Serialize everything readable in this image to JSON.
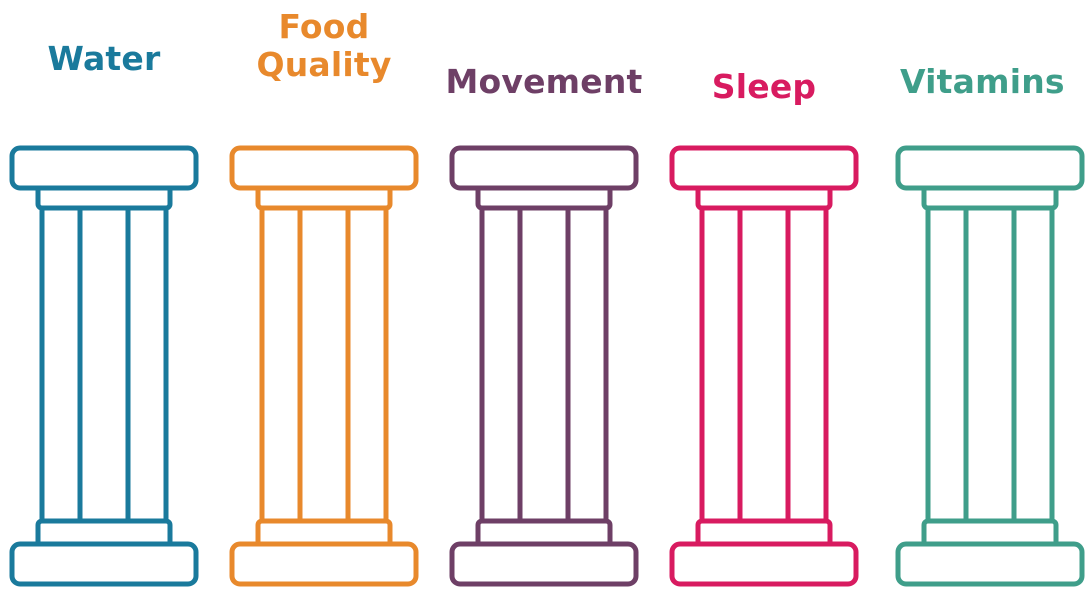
{
  "pillars": [
    {
      "label_lines": [
        "Water"
      ],
      "color": "#1a7a9c",
      "icon": "column-icon"
    },
    {
      "label_lines": [
        "Food",
        "Quality"
      ],
      "color": "#e8892c",
      "icon": "column-icon"
    },
    {
      "label_lines": [
        "Movement"
      ],
      "color": "#6e3f66",
      "icon": "column-icon"
    },
    {
      "label_lines": [
        "Sleep"
      ],
      "color": "#d81b60",
      "icon": "column-icon"
    },
    {
      "label_lines": [
        "Vitamins"
      ],
      "color": "#3f9e8a",
      "icon": "column-icon"
    }
  ]
}
